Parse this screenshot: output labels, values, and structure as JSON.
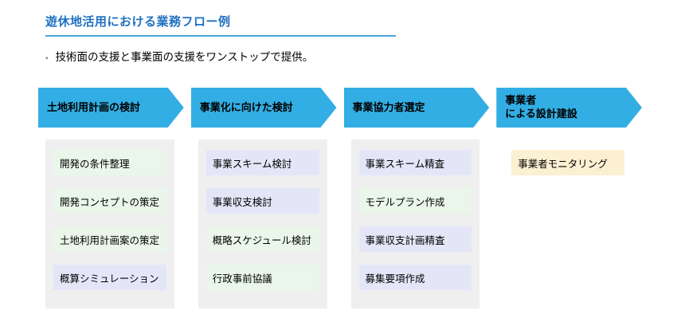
{
  "header": {
    "title": "遊休地活用における業務フロー例",
    "bullet_marker": "▪",
    "bullet_text": "技術面の支援と事業面の支援をワンストップで提供。"
  },
  "colors": {
    "title_blue": "#1F70C1",
    "rule_blue": "#4AA3DC",
    "arrow_blue": "#33AEE4",
    "panel_gray": "#EFEFEF",
    "box_green": "#E9F6E9",
    "box_purple": "#E4E6F8",
    "box_orange": "#FCF0D2"
  },
  "flow": {
    "columns": [
      {
        "arrow_label": "土地利用計画の検討",
        "panel": true,
        "items": [
          {
            "label": "開発の条件整理",
            "color": "green"
          },
          {
            "label": "開発コンセプトの策定",
            "color": "green"
          },
          {
            "label": "土地利用計画案の策定",
            "color": "green"
          },
          {
            "label": "概算シミュレーション",
            "color": "purple"
          }
        ]
      },
      {
        "arrow_label": "事業化に向けた検討",
        "panel": true,
        "items": [
          {
            "label": "事業スキーム検討",
            "color": "purple"
          },
          {
            "label": "事業収支検討",
            "color": "purple"
          },
          {
            "label": "概略スケジュール検討",
            "color": "green"
          },
          {
            "label": "行政事前協議",
            "color": "green"
          }
        ]
      },
      {
        "arrow_label": "事業協力者選定",
        "panel": true,
        "items": [
          {
            "label": "事業スキーム精査",
            "color": "purple"
          },
          {
            "label": "モデルプラン作成",
            "color": "green"
          },
          {
            "label": "事業収支計画精査",
            "color": "purple"
          },
          {
            "label": "募集要項作成",
            "color": "purple"
          }
        ]
      },
      {
        "arrow_label": "事業者\nによる設計建設",
        "panel": false,
        "items": [
          {
            "label": "事業者モニタリング",
            "color": "orange"
          }
        ]
      }
    ]
  }
}
